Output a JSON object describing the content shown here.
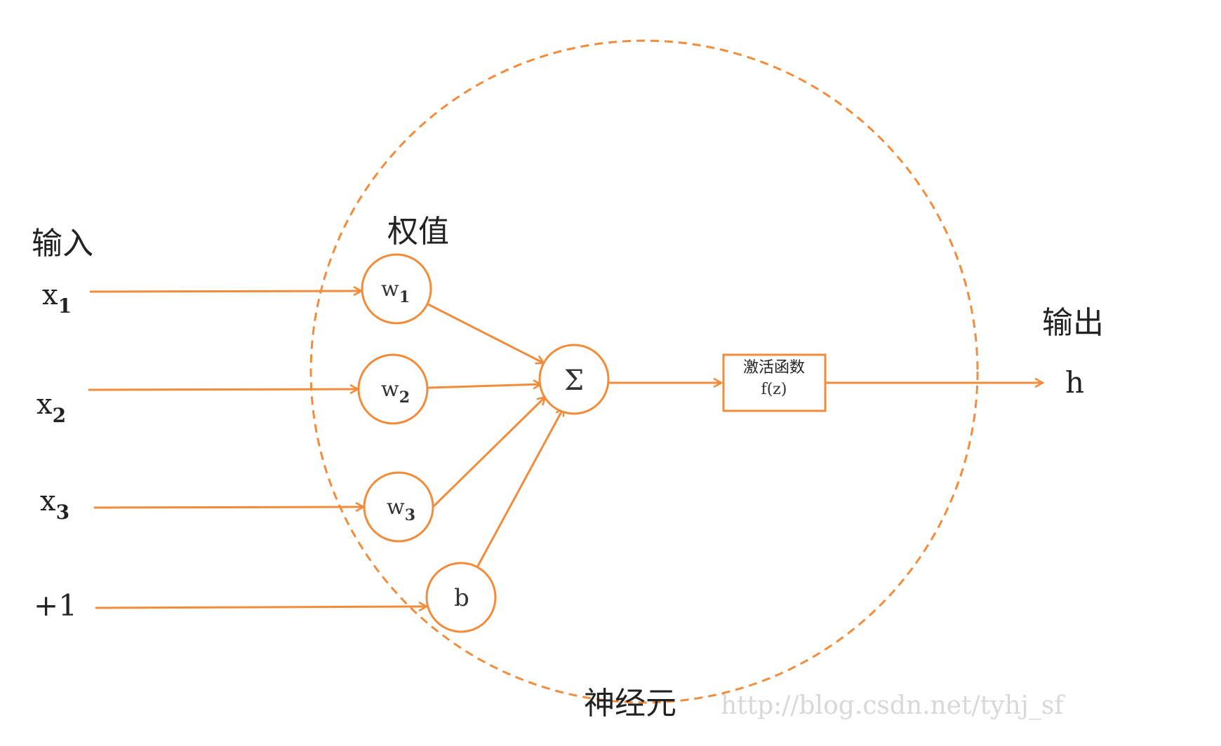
{
  "colors": {
    "stroke": "#f28c3a",
    "text": "#222222",
    "watermark": "#d8d8d8"
  },
  "labels": {
    "input": "输入",
    "weights": "权值",
    "output": "输出",
    "neuron": "神经元",
    "watermark": "http://blog.csdn.net/tyhj_sf"
  },
  "inputs": [
    {
      "base": "x",
      "sub": "1"
    },
    {
      "base": "x",
      "sub": "2"
    },
    {
      "base": "x",
      "sub": "3"
    },
    {
      "base": "+1",
      "sub": ""
    }
  ],
  "weights": [
    {
      "base": "w",
      "sub": "1"
    },
    {
      "base": "w",
      "sub": "2"
    },
    {
      "base": "w",
      "sub": "3"
    },
    {
      "base": "b",
      "sub": ""
    }
  ],
  "sum_symbol": "Σ",
  "activation": {
    "line1": "激活函数",
    "line2": "f(z)"
  },
  "output_value": "h"
}
